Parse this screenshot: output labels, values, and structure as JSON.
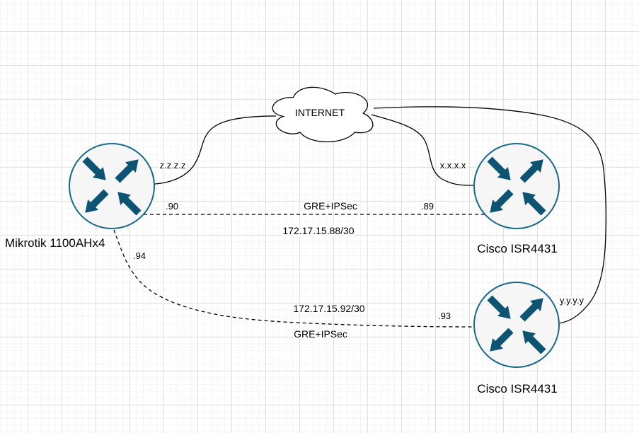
{
  "colors": {
    "background": "#ffffff",
    "grid_minor": "#f4f4f4",
    "grid_major": "#e0e0e0",
    "edge_line": "#000000",
    "router_fill": "#f6f6f6",
    "router_stroke": "#19688c",
    "arrow_fill": "#0d5472",
    "label_text": "#000000"
  },
  "cloud": {
    "label": "INTERNET"
  },
  "nodes": {
    "mikrotik": {
      "label": "Mikrotik 1100AHx4"
    },
    "cisco_top": {
      "label": "Cisco ISR4431"
    },
    "cisco_bottom": {
      "label": "Cisco ISR4431"
    }
  },
  "edges": {
    "wan_mikrotik": {
      "label": "z.z.z.z"
    },
    "wan_cisco_top": {
      "label": "x.x.x.x"
    },
    "wan_cisco_bottom": {
      "label": "y.y.y.y"
    },
    "tunnel_top": {
      "protocol": "GRE+IPSec",
      "subnet": "172.17.15.88/30",
      "left_ip": ".90",
      "right_ip": ".89"
    },
    "tunnel_bottom": {
      "protocol": "GRE+IPSec",
      "subnet": "172.17.15.92/30",
      "left_ip": ".94",
      "right_ip": ".93"
    }
  }
}
